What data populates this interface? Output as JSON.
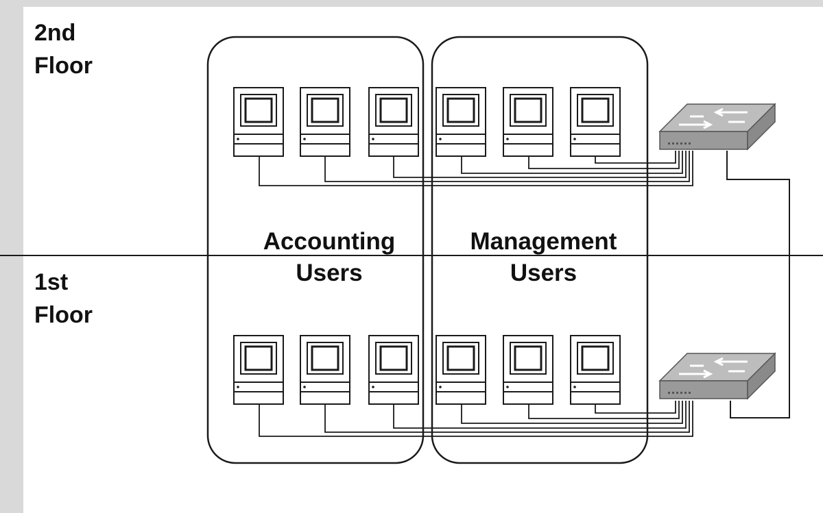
{
  "floors": [
    {
      "id": "2nd",
      "line1": "2nd",
      "line2": "Floor"
    },
    {
      "id": "1st",
      "line1": "1st",
      "line2": "Floor"
    }
  ],
  "groups": [
    {
      "id": "accounting",
      "line1": "Accounting",
      "line2": "Users"
    },
    {
      "id": "management",
      "line1": "Management",
      "line2": "Users"
    }
  ],
  "icons": {
    "workstation": "desktop-computer-icon",
    "switch": "network-switch-icon"
  },
  "colors": {
    "background": "#d9d9d9",
    "panel": "#ffffff",
    "line": "#1a1a1a",
    "switch_top": "#bdbdbd",
    "switch_front": "#9a9a9a"
  }
}
